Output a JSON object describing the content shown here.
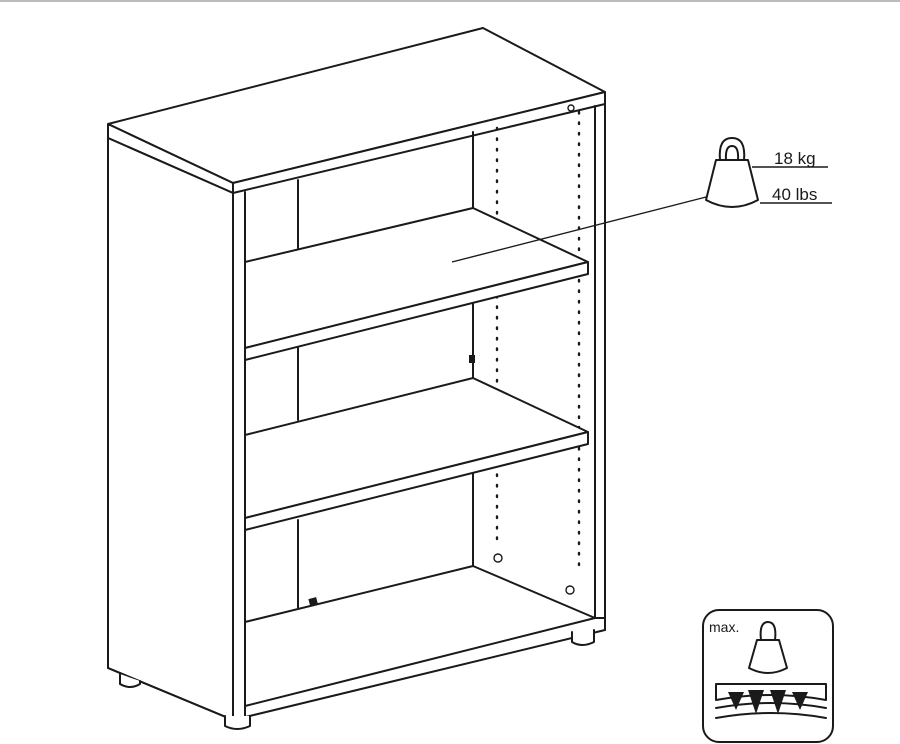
{
  "load_callout": {
    "weight_metric": "18 kg",
    "weight_imperial": "40 lbs"
  },
  "max_load_badge": {
    "label": "max."
  },
  "colors": {
    "line": "#1a1a1a",
    "background": "#ffffff"
  }
}
